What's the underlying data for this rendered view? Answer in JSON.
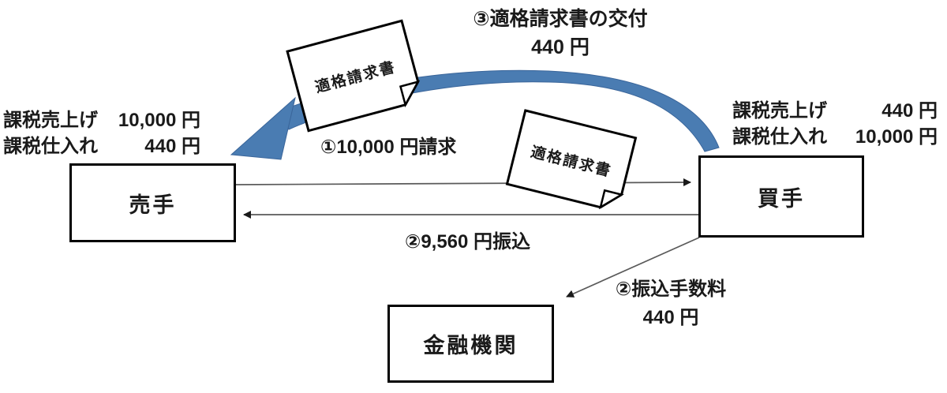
{
  "title_flow3": {
    "line1": "③適格請求書の交付",
    "line2": "440 円"
  },
  "seller": {
    "box_label": "売手",
    "tax_rows": [
      {
        "label": "課税売上げ",
        "value": "10,000 円"
      },
      {
        "label": "課税仕入れ",
        "value": "440 円"
      }
    ]
  },
  "buyer": {
    "box_label": "買手",
    "tax_rows": [
      {
        "label": "課税売上げ",
        "value": "440 円"
      },
      {
        "label": "課税仕入れ",
        "value": "10,000 円"
      }
    ]
  },
  "bank": {
    "box_label": "金融機関"
  },
  "arrows": {
    "request_label": "①10,000 円請求",
    "payment_label": "②9,560 円振込",
    "fee_label_line1": "②振込手数料",
    "fee_label_line2": "440 円"
  },
  "documents": {
    "invoice1_label": "適格請求書",
    "invoice2_label": "適格請求書"
  },
  "colors": {
    "curved_arrow_fill": "#4a7cb2",
    "curved_arrow_edge": "#3a659a",
    "thin_line": "#5a5a5a",
    "arrowhead": "#1a1a1a",
    "box_border": "#000000"
  }
}
